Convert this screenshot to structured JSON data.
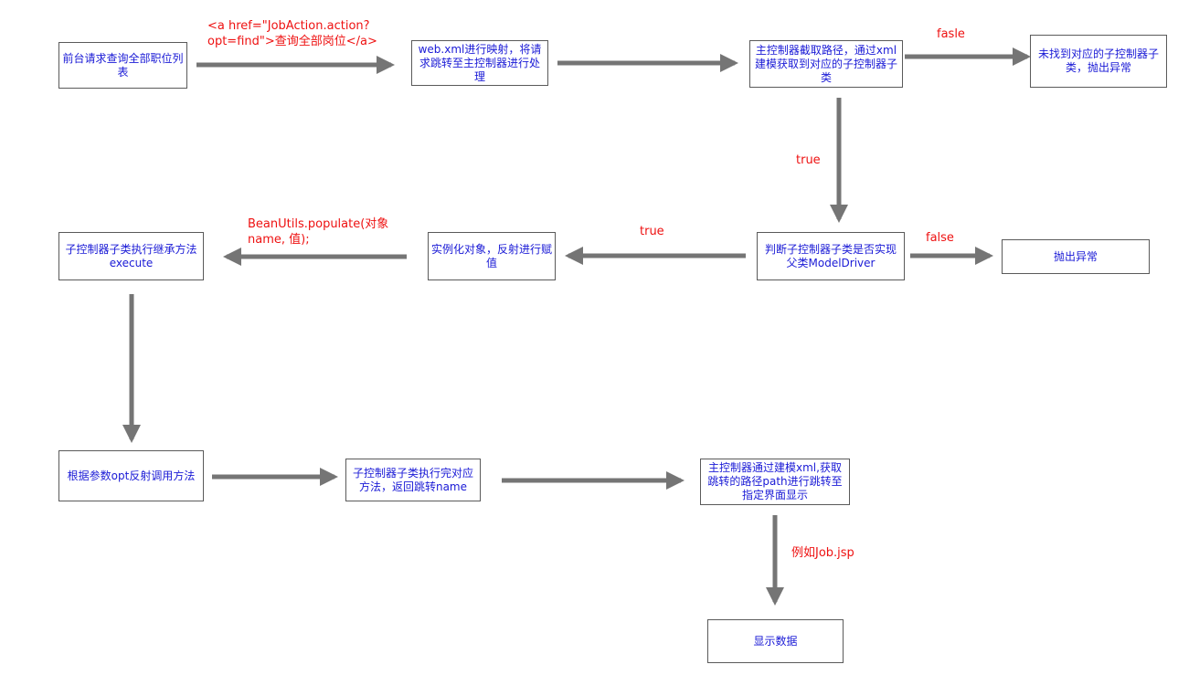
{
  "nodes": {
    "n1": "前台请求查询全部职位列表",
    "n2": "web.xml进行映射，将请求跳转至主控制器进行处理",
    "n3": "主控制器截取路径，通过xml建模获取到对应的子控制器子类",
    "n4": "未找到对应的子控制器子类，抛出异常",
    "n5": "判断子控制器子类是否实现父类ModelDriver",
    "n6": "抛出异常",
    "n7": "实例化对象，反射进行赋值",
    "n8": "子控制器子类执行继承方法execute",
    "n9": "根据参数opt反射调用方法",
    "n10": "子控制器子类执行完对应方法，返回跳转name",
    "n11": "主控制器通过建模xml,获取跳转的路径path进行跳转至指定界面显示",
    "n12": "显示数据"
  },
  "labels": {
    "l1": "<a href=\"JobAction.action?\nopt=find\">查询全部岗位</a>",
    "l2": "fasle",
    "l3": "true",
    "l4": "true",
    "l5": "false",
    "l6": "BeanUtils.populate(对象\nname, 值);",
    "l7": "例如Job.jsp"
  }
}
